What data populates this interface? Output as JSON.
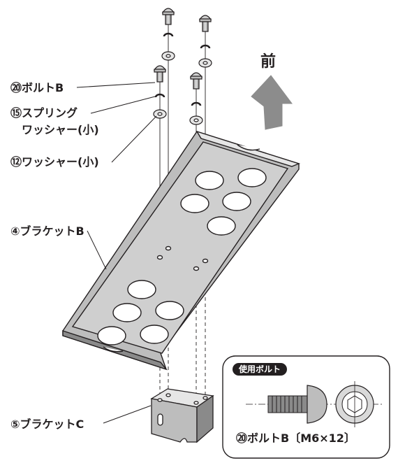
{
  "front_label": "前",
  "callouts": {
    "bolt_b": "⑳ボルトB",
    "spring_washer_line1": "⑮スプリング",
    "spring_washer_line2": "ワッシャー(小)",
    "washer_small": "⑫ワッシャー(小)",
    "bracket_b": "④ブラケットB",
    "bracket_c": "⑤ブラケットC"
  },
  "inset": {
    "badge": "使用ボルト",
    "spec_label": "⑳ボルトB〔M6×12〕"
  },
  "colors": {
    "ink": "#231f20",
    "metal_gray": "#bdbdbd",
    "metal_light": "#e6e6e6",
    "metal_dark": "#8a8a8a",
    "arrow_gray": "#8c8c8c"
  }
}
